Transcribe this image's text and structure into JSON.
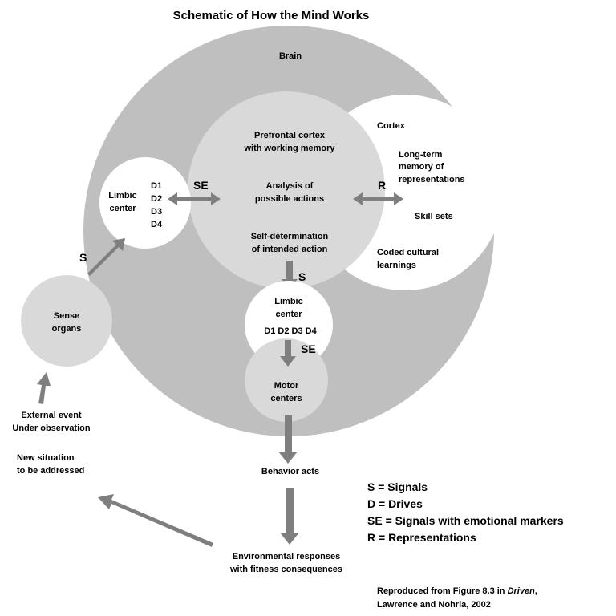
{
  "title": "Schematic of How the Mind Works",
  "brain": {
    "label": "Brain"
  },
  "cortex": {
    "label": "Cortex",
    "long_term": [
      "Long-term",
      "memory of",
      "representations"
    ],
    "skill_sets": "Skill sets",
    "coded": [
      "Coded cultural",
      "learnings"
    ]
  },
  "prefrontal": {
    "title": [
      "Prefrontal cortex",
      "with working  memory"
    ],
    "analysis": [
      "Analysis of",
      "possible actions"
    ],
    "self_det": [
      "Self-determination",
      "of intended action"
    ]
  },
  "limbic_left": {
    "label": [
      "Limbic",
      "center"
    ],
    "drives": [
      "D1",
      "D2",
      "D3",
      "D4"
    ]
  },
  "limbic_lower": {
    "label": [
      "Limbic",
      "center"
    ],
    "drives": "D1 D2 D3 D4"
  },
  "motor": {
    "label": [
      "Motor",
      "centers"
    ]
  },
  "sense": {
    "label": [
      "Sense",
      "organs"
    ]
  },
  "arrow_labels": {
    "se_left": "SE",
    "r": "R",
    "s_left": "S",
    "s_down": "S",
    "se_down": "SE"
  },
  "external": [
    "External event",
    "Under observation"
  ],
  "new_situation": [
    "New situation",
    "to be addressed"
  ],
  "behavior": "Behavior acts",
  "environment": [
    "Environmental responses",
    "with  fitness consequences"
  ],
  "legend": [
    "S = Signals",
    "D = Drives",
    "SE = Signals with emotional markers",
    "R = Representations"
  ],
  "credit": {
    "line1_prefix": "Reproduced from  Figure 8.3 in ",
    "line1_italic": "Driven",
    "line1_suffix": ",",
    "line2": "Lawrence and Nohria, 2002"
  },
  "colors": {
    "brain_fill": "#bfbfbf",
    "inner_fill": "#d9d9d9",
    "white": "#ffffff",
    "arrow": "#7f7f7f"
  }
}
